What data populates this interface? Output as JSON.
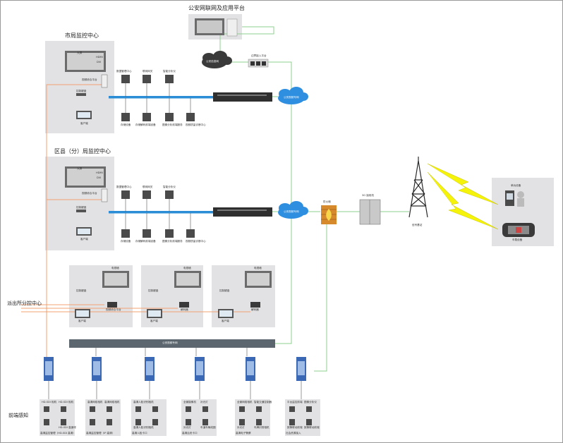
{
  "titles": {
    "platform": "公安网联网及应用平台",
    "city_center": "市局监控中心",
    "district_center": "区县（分）局监控中心",
    "station_center": "派出所分控中心",
    "frontend": "前端感知"
  },
  "cloud": {
    "public_security": "公安信息网",
    "video_private": "公安视频专网"
  },
  "labels": {
    "security_platform": "边界接入平台",
    "tv_wall": "大屏",
    "hdmi": "HDMI",
    "dvi": "DVI",
    "integrated_platform": "视频综合平台",
    "control_keyboard": "控制键盘",
    "client": "客户端",
    "storage_center": "数据管理中心",
    "net_gateway": "联网网关",
    "intelligent_analysis": "智能分析仪",
    "storage": "存储设备",
    "decode_storage": "存储解码前端设备",
    "image_analysis": "图像分析前端服务",
    "video_quality": "视频质量诊断中心",
    "tv_wall_small": "电视墙",
    "decoder": "解码器",
    "video_net": "公安视频专网",
    "firewall": "防火墙",
    "gateway_3g": "3G 接收机",
    "base_station": "信号基站",
    "individual": "单兵设备",
    "vehicle": "车载设备"
  },
  "frontend_groups": [
    {
      "top": [
        "HD-SDI 相机",
        "HD-SDI 相机"
      ],
      "bottom": [
        "",
        "HD-SDI 高速球"
      ],
      "caption": "高清监控管理（HD-SDI 高清）"
    },
    {
      "top": [
        "高清网络相机",
        "高清网络相机"
      ],
      "bottom": [
        "",
        ""
      ],
      "caption": "高清监控管理（IP 高清）"
    },
    {
      "top": [
        "高清人脸识别相机",
        ""
      ],
      "bottom": [
        "高清人脸识别相机",
        ""
      ],
      "caption": "高清人脸卡口"
    },
    {
      "top": [
        "全景摄像机",
        "补光灯"
      ],
      "bottom": [
        "补光灯",
        "车道车辆线圈"
      ],
      "caption": "高清治安卡口"
    },
    {
      "top": [
        "全景网络相机",
        "智能交通控制器"
      ],
      "bottom": [
        "补光灯",
        "车牌识别相机"
      ],
      "caption": "高清电子警察"
    },
    {
      "top": [
        "平台监控前端",
        "图像分析仪"
      ],
      "bottom": [
        "报警联动前端",
        "报警联动前端"
      ],
      "caption": "社会资源接入"
    }
  ],
  "colors": {
    "line_green": "#8fd08f",
    "line_orange": "#f3a070",
    "bus_blue": "#2a8dd6",
    "panel_gray": "#e2e2e4",
    "bolt_yellow": "#f6f30a",
    "firewall_orange": "#d78a2c"
  }
}
